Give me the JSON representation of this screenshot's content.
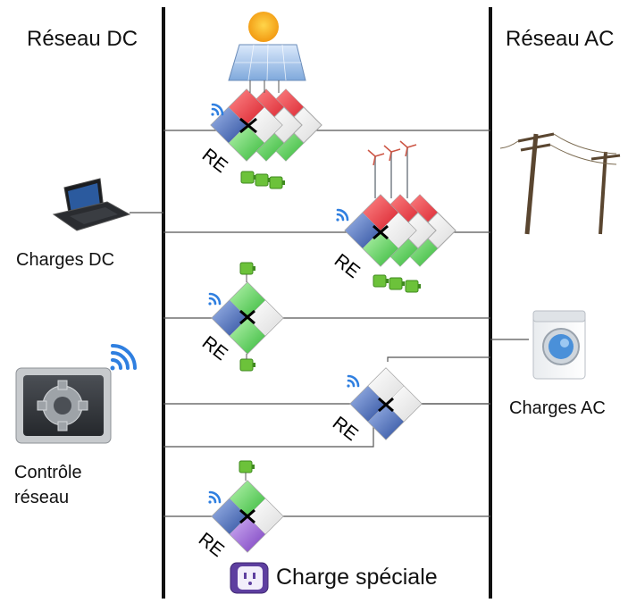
{
  "labels": {
    "dc_network": "Réseau DC",
    "ac_network": "Réseau AC",
    "dc_loads": "Charges DC",
    "ac_loads": "Charges AC",
    "network_control_line1": "Contrôle",
    "network_control_line2": "réseau",
    "special_load": "Charge spéciale"
  },
  "router_label": "RE",
  "colors": {
    "bus": "#111111",
    "wire": "#444444",
    "red": "#e8303a",
    "green": "#5fd35a",
    "blue": "#3d63b8",
    "purple": "#8a4fc9",
    "wifi": "#2f7fe0"
  },
  "icons": [
    "solar-panel-icon",
    "wind-turbine-icon",
    "laptop-icon",
    "power-pole-icon",
    "washing-machine-icon",
    "gear-control-icon",
    "outlet-icon",
    "battery-icon",
    "wifi-icon"
  ]
}
